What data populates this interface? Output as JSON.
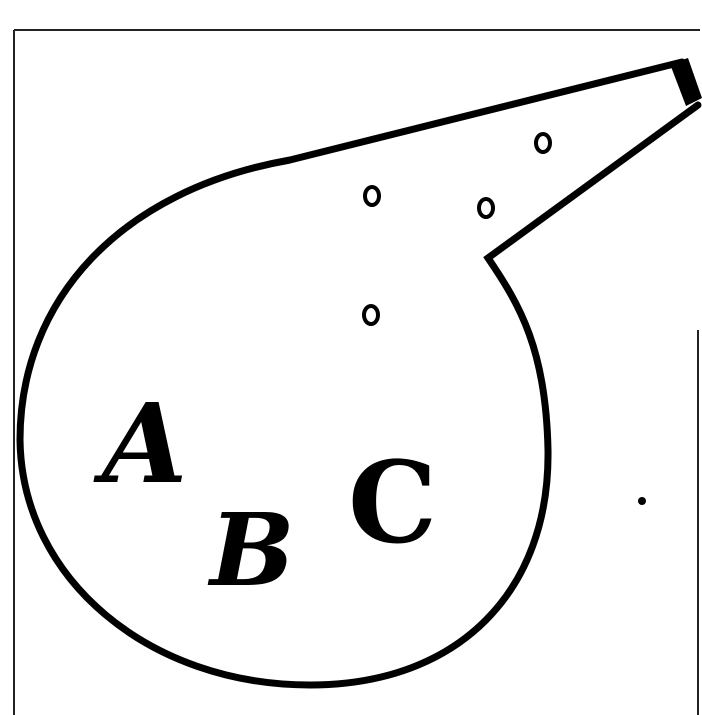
{
  "figure": {
    "labels": {
      "a": "A",
      "b": "B",
      "c": "C"
    },
    "colors": {
      "stroke": "#000000",
      "background": "#ffffff"
    }
  }
}
